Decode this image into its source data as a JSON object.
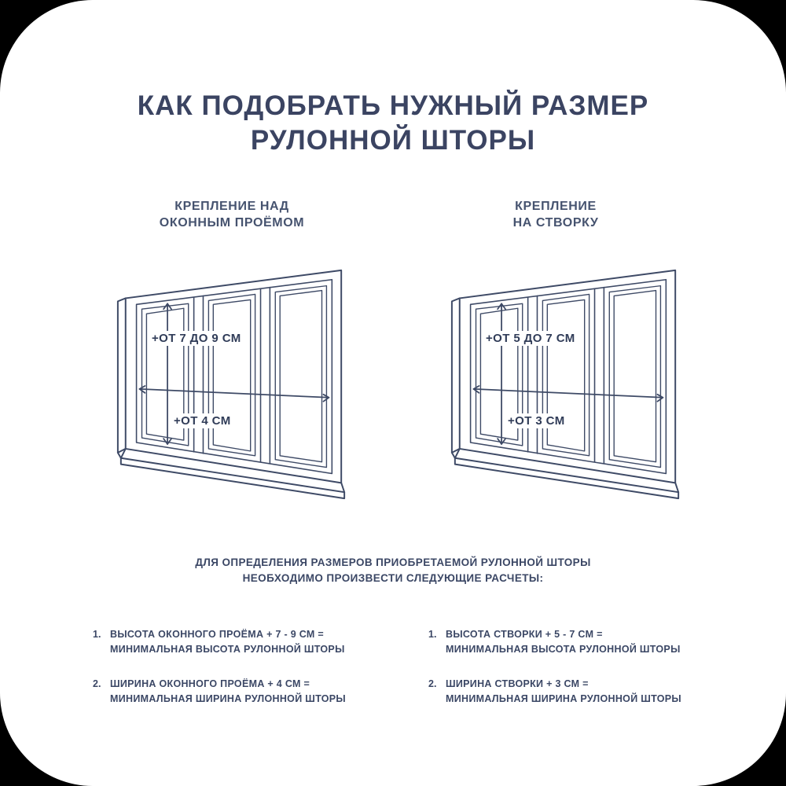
{
  "colors": {
    "ink": "#3d4660",
    "line": "#3e4a66",
    "background": "#ffffff"
  },
  "header": {
    "title_line1": "КАК ПОДОБРАТЬ НУЖНЫЙ РАЗМЕР",
    "title_line2": "РУЛОННОЙ ШТОРЫ"
  },
  "left_panel": {
    "subtitle_line1": "КРЕПЛЕНИЕ НАД",
    "subtitle_line2": "ОКОННЫМ ПРОЁМОМ",
    "height_label": "+ОТ 7 ДО 9 СМ",
    "width_label": "+ОТ 4 СМ"
  },
  "right_panel": {
    "subtitle_line1": "КРЕПЛЕНИЕ",
    "subtitle_line2": "НА СТВОРКУ",
    "height_label": "+ОТ 5 ДО 7 СМ",
    "width_label": "+ОТ 3 СМ"
  },
  "instructions": {
    "line1": "ДЛЯ ОПРЕДЕЛЕНИЯ РАЗМЕРОВ ПРИОБРЕТАЕМОЙ РУЛОННОЙ ШТОРЫ",
    "line2": "НЕОБХОДИМО ПРОИЗВЕСТИ СЛЕДУЮЩИЕ РАСЧЕТЫ:"
  },
  "left_list": {
    "items": [
      {
        "num": "1.",
        "line1": "ВЫСОТА ОКОННОГО ПРОЁМА + 7 - 9 СМ =",
        "line2": "МИНИМАЛЬНАЯ ВЫСОТА РУЛОННОЙ ШТОРЫ"
      },
      {
        "num": "2.",
        "line1": "ШИРИНА ОКОННОГО ПРОЁМА + 4 СМ =",
        "line2": "МИНИМАЛЬНАЯ ШИРИНА РУЛОННОЙ ШТОРЫ"
      }
    ]
  },
  "right_list": {
    "items": [
      {
        "num": "1.",
        "line1": "ВЫСОТА СТВОРКИ + 5 - 7 СМ =",
        "line2": "МИНИМАЛЬНАЯ ВЫСОТА РУЛОННОЙ ШТОРЫ"
      },
      {
        "num": "2.",
        "line1": "ШИРИНА СТВОРКИ + 3 СМ =",
        "line2": "МИНИМАЛЬНАЯ ШИРИНА РУЛОННОЙ ШТОРЫ"
      }
    ]
  }
}
